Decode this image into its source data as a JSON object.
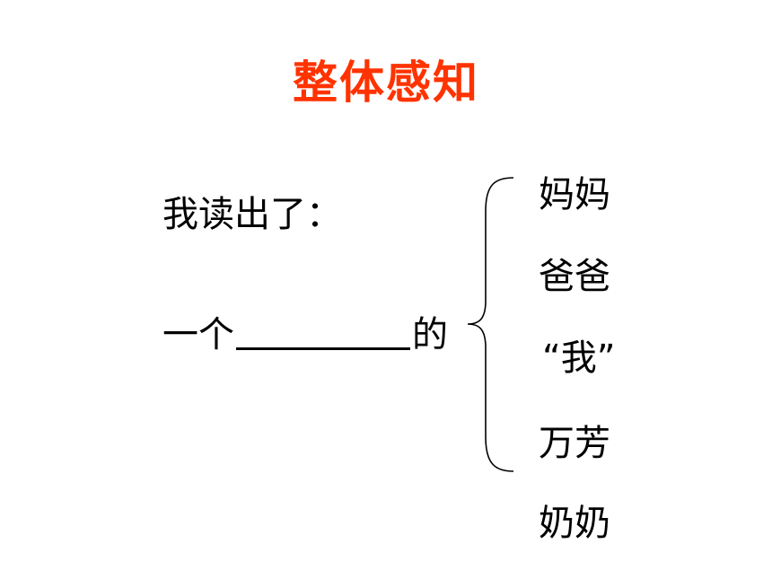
{
  "slide": {
    "title": "整体感知",
    "title_color": "#ff3300",
    "prompt": "我读出了：",
    "phrase_prefix": "一个",
    "phrase_suffix": "的",
    "options": [
      "妈妈",
      "爸爸",
      "“我”",
      "万芳",
      "奶奶"
    ]
  }
}
